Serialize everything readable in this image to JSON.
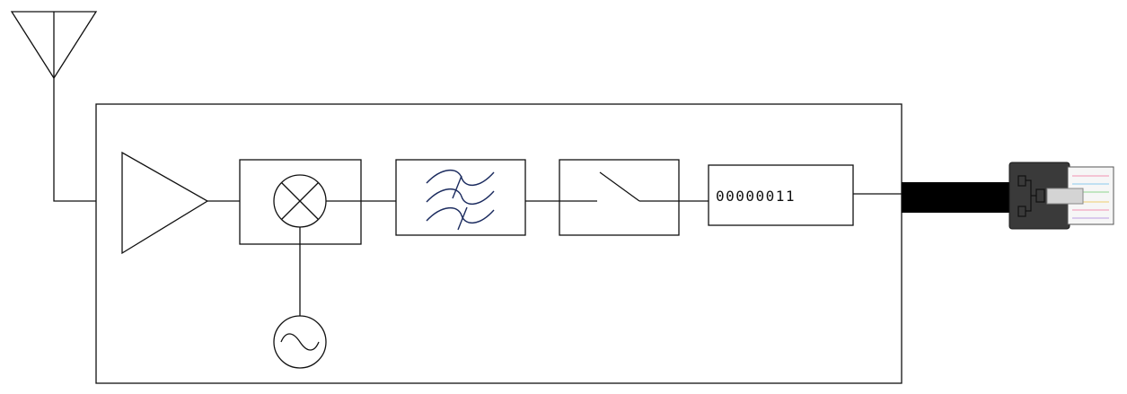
{
  "diagram": {
    "adc_output_code": "00000011",
    "components": [
      "antenna",
      "low-noise-amplifier",
      "mixer",
      "local-oscillator",
      "bandpass-filter",
      "sampling-switch",
      "adc-output",
      "network-cable",
      "rj45-connector"
    ],
    "icons": {
      "antenna": "antenna-icon",
      "amplifier": "amplifier-triangle-icon",
      "mixer": "mixer-cross-circle-icon",
      "oscillator": "sine-wave-source-icon",
      "filter": "bandpass-filter-icon",
      "switch": "switch-icon",
      "connector": "rj45-plug-icon"
    },
    "colors": {
      "line": "#111111",
      "filter_wave": "#1a2a5e",
      "cable": "#000000",
      "connector_body": "#3a3a3a",
      "wire_colors": [
        "#f4a6c0",
        "#9fd3f0",
        "#a4dca4",
        "#f0d58a",
        "#c8b0e6"
      ]
    }
  }
}
